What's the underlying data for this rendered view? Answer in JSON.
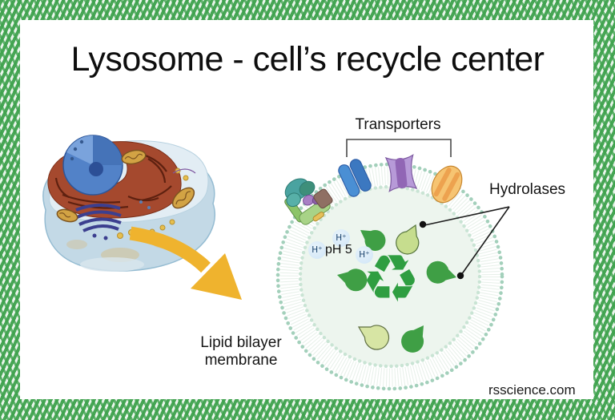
{
  "title": "Lysosome - cell’s recycle center",
  "watermark": "rsscience.com",
  "lysosome": {
    "labels": {
      "transporters": "Transporters",
      "hydrolases": "Hydrolases",
      "membrane_line1": "Lipid bilayer",
      "membrane_line2": "membrane",
      "ph": "pH 5",
      "proton": "H⁺"
    },
    "icons": {
      "recycle": "♻"
    },
    "hydrolase_count": 6,
    "proton_count": 3,
    "colors": {
      "border_green": "#3ea24d",
      "hydrolase_green": "#3f9f45",
      "hydrolase_light_green": "#cbdf92",
      "membrane_dots": "#a3d0bb",
      "lumen_fill": "#eef6f0",
      "arrow_yellow": "#efb32e",
      "proton_badge": "#d4e7f6",
      "transporter_blue": "#4a8fd4",
      "transporter_purple": "#b79ad8",
      "transporter_orange": "#f6c472"
    }
  }
}
